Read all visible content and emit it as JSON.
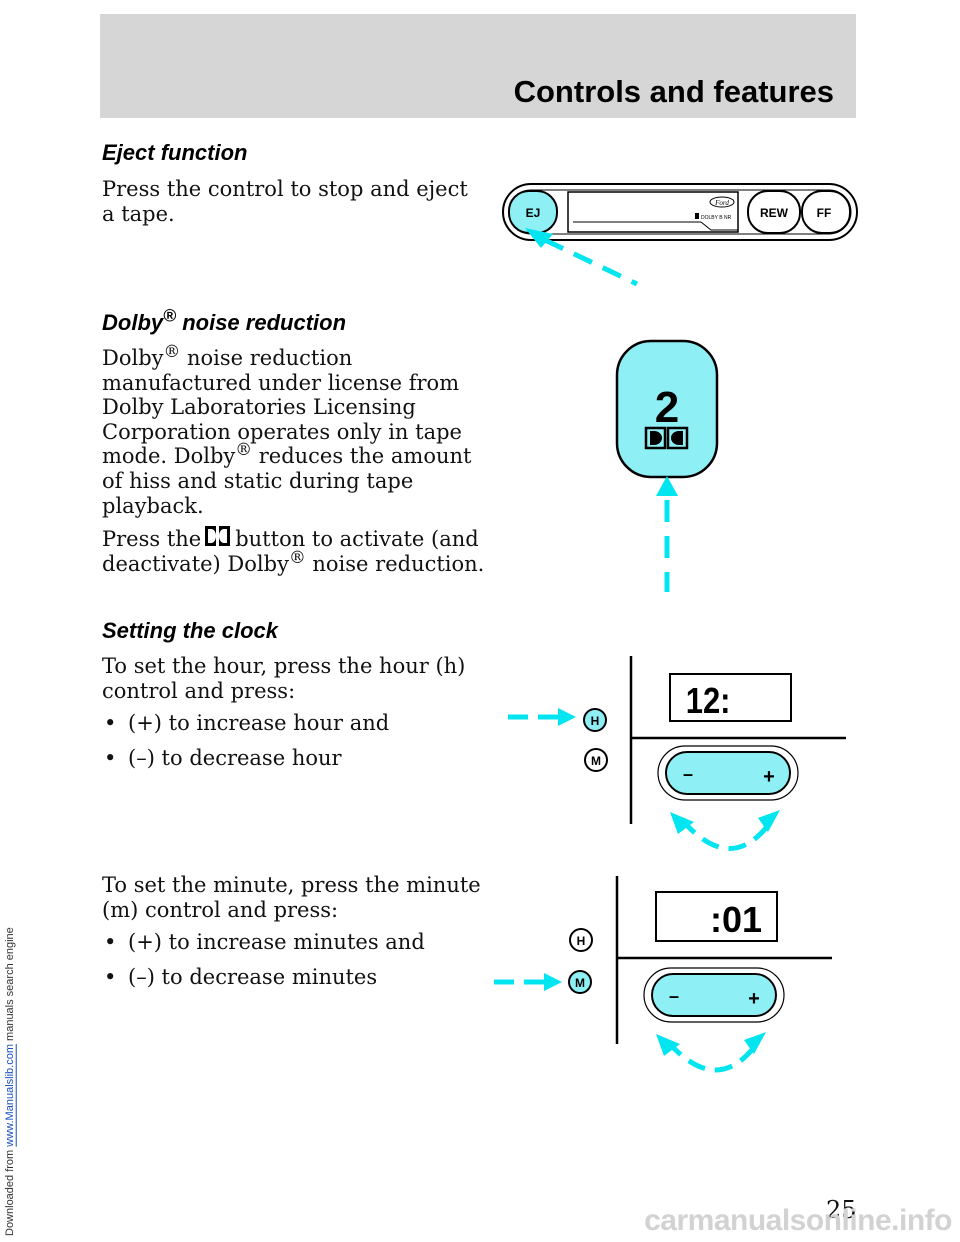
{
  "download_note": {
    "prefix": "Downloaded from ",
    "link": "www.Manualslib.com",
    "suffix": " manuals search engine"
  },
  "header": {
    "title": "Controls and features"
  },
  "eject": {
    "heading": "Eject function",
    "body": "Press the control to stop and eject a tape."
  },
  "dolby": {
    "heading_main": "Dolby",
    "heading_reg": "®",
    "heading_rest": " noise reduction",
    "p1_a": "Dolby",
    "p1_reg1": "®",
    "p1_b": " noise reduction manufactured under license from Dolby Laboratories Licensing Corporation operates only in tape mode. Dolby",
    "p1_reg2": "®",
    "p1_c": " reduces the amount of hiss and static during tape playback.",
    "p2_a": "Press the",
    "p2_b": "button to activate (and deactivate) Dolby",
    "p2_reg": "®",
    "p2_c": " noise reduction."
  },
  "clock": {
    "heading": "Setting the clock",
    "hour_intro": "To set the hour, press the hour (h) control and press:",
    "hour_bullets": [
      "(+) to increase hour and",
      "(–) to decrease hour"
    ],
    "minute_intro": "To set the minute, press the minute (m) control and press:",
    "minute_bullets": [
      "(+) to increase minutes and",
      "(–) to decrease minutes"
    ]
  },
  "figures": {
    "tape_deck": {
      "eject_label": "EJ",
      "rew_label": "REW",
      "ff_label": "FF",
      "brand_label": "Ford",
      "dolby_label": "DOLBY B NR"
    },
    "preset_button": {
      "number": "2"
    },
    "hour_fig": {
      "display": "12:",
      "h_label": "H",
      "m_label": "M",
      "minus": "–",
      "plus": "+"
    },
    "minute_fig": {
      "display": ":01",
      "h_label": "H",
      "m_label": "M",
      "minus": "–",
      "plus": "+"
    }
  },
  "colors": {
    "accent": "#00e5f0",
    "button_fill": "#8ef0f5",
    "header_band": "#d6d6d6"
  },
  "page_number": "25",
  "watermark": "carmanualsonline.info"
}
